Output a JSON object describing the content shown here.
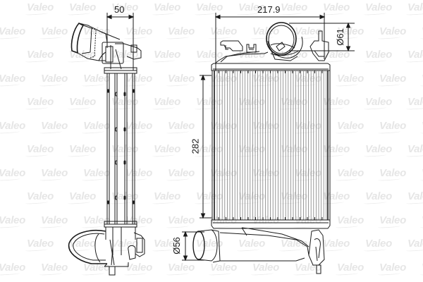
{
  "drawing": {
    "brand": "Valeo",
    "subject": "intercooler technical drawing",
    "watermark_text": "Valeo",
    "colors": {
      "background": "#ffffff",
      "line": "#1a1a1a",
      "watermark": "#e6e6e6",
      "fin": "#808080"
    }
  },
  "dimensions": {
    "side_width": "50",
    "overall_width": "217.9",
    "outlet_diameter": "Ø61",
    "core_height": "282",
    "inlet_diameter": "Ø56"
  },
  "views": [
    {
      "name": "side-view",
      "label": ""
    },
    {
      "name": "front-view",
      "label": ""
    }
  ]
}
